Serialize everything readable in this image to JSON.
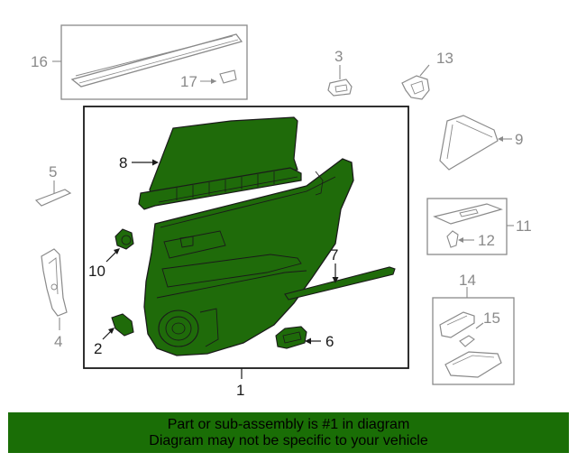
{
  "colors": {
    "highlight_fill": "#1f6b0a",
    "outline_dark": "#1a1a1a",
    "outline_gray": "#8a8a8a",
    "footer_bg": "#1a6e06"
  },
  "callouts": {
    "c1": "1",
    "c2": "2",
    "c3": "3",
    "c4": "4",
    "c5": "5",
    "c6": "6",
    "c7": "7",
    "c8": "8",
    "c9": "9",
    "c10": "10",
    "c11": "11",
    "c12": "12",
    "c13": "13",
    "c14": "14",
    "c15": "15",
    "c16": "16",
    "c17": "17"
  },
  "footer": {
    "line1": "Part or sub-assembly is #1 in diagram",
    "line2": "Diagram may not be specific to your vehicle"
  }
}
